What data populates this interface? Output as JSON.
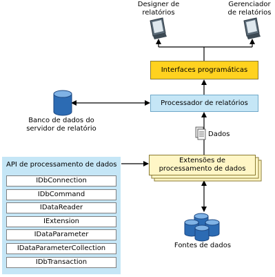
{
  "nodes": {
    "designer": "Designer de relatórios",
    "manager": "Gerenciador de relatórios",
    "interfaces": "Interfaces programáticas",
    "processor": "Processador de relatórios",
    "database": "Banco de dados do servidor de relatório",
    "data_label": "Dados",
    "extensions": "Extensões de processamento de dados",
    "sources": "Fontes de dados"
  },
  "api": {
    "title": "API de processamento de dados",
    "items": [
      "IDbConnection",
      "IDbCommand",
      "IDataReader",
      "IExtension",
      "IDataParameter",
      "IDataParameterCollection",
      "IDbTransaction"
    ]
  },
  "colors": {
    "interfaces_fill": "#ffd21f",
    "processor_fill": "#c5e6f6",
    "extensions_fill": "#fff6c6",
    "api_panel_fill": "#c5e6f6",
    "database_fill": "#2c6bb3"
  }
}
